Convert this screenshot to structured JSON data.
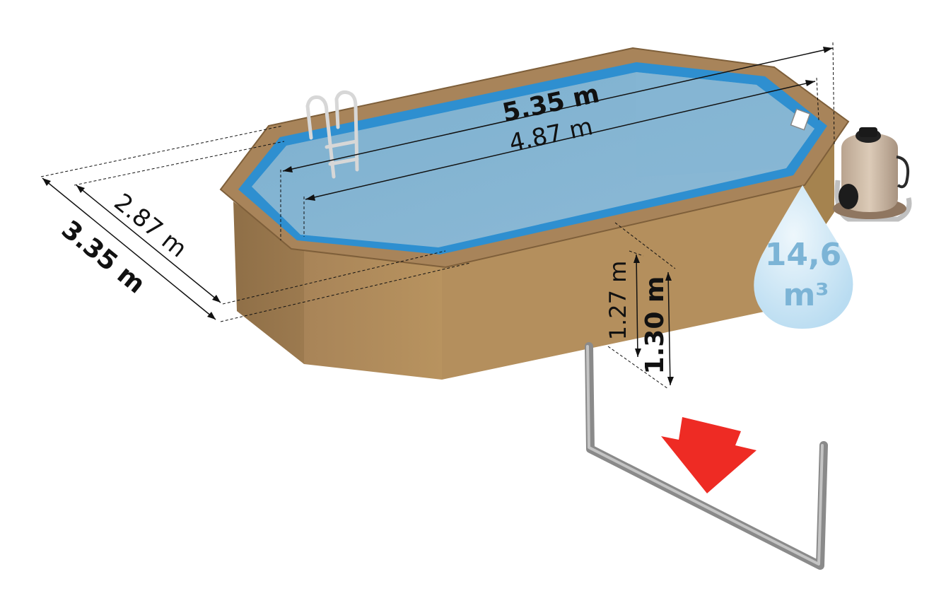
{
  "dimensions": {
    "outer_length": "5.35 m",
    "inner_length": "4.87 m",
    "inner_width": "2.87 m",
    "outer_width": "3.35 m",
    "water_height": "1.27 m",
    "wall_height": "1.30 m"
  },
  "volume": {
    "value": "14,6",
    "unit": "m³"
  },
  "colors": {
    "wood_light": "#b89162",
    "wood_dark": "#8c6c44",
    "rim": "#a8845a",
    "water": "#7fb1d0",
    "liner": "#2e8fd0",
    "drop": "#cfe6f4",
    "arrow": "#ee2b24",
    "pipe": "#9a9a9a"
  },
  "icons": {
    "ladder": "ladder-icon",
    "filter": "sand-filter-icon",
    "drop": "water-drop-icon",
    "arrow": "down-arrow-icon"
  }
}
